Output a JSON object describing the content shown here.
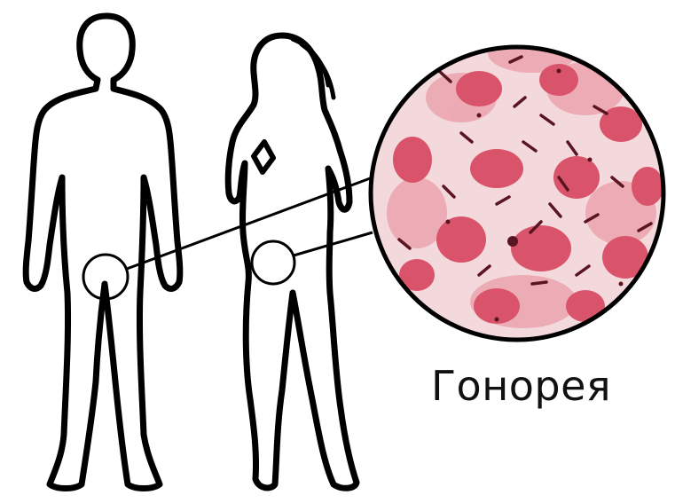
{
  "caption": "Гонорея",
  "icons": {
    "male": "male-silhouette",
    "female": "female-silhouette",
    "zoom": "microscope-zoom-circle"
  },
  "colors": {
    "outline": "#000000",
    "tissue_bg": "#f3d9dc",
    "cell": "#d9536a",
    "cell_light": "#eaa3ae",
    "bacteria": "#5a1422"
  }
}
